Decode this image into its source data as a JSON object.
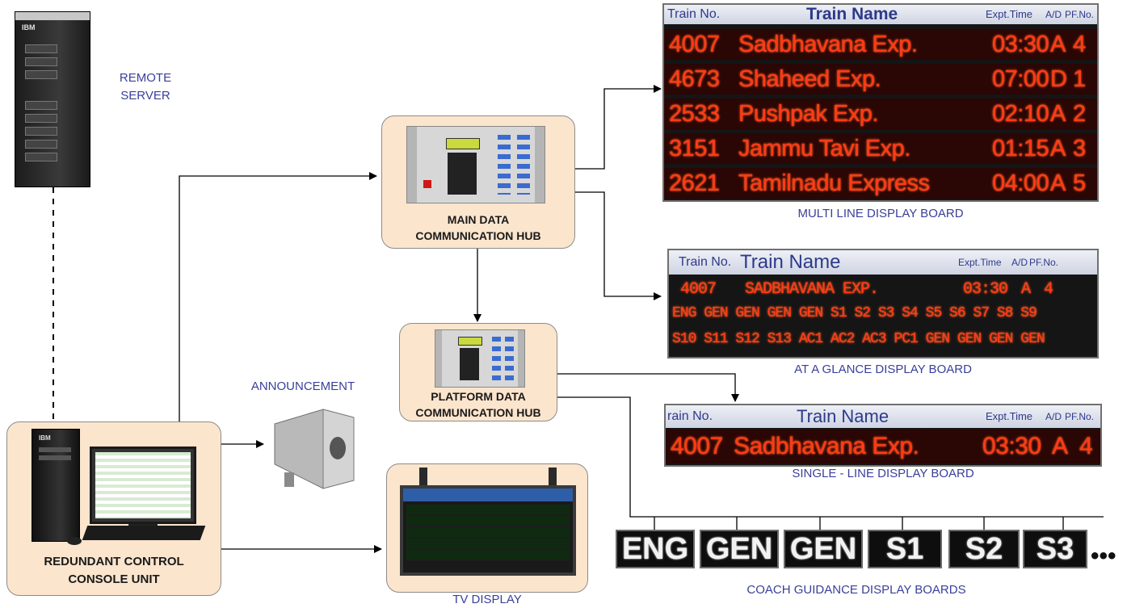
{
  "labels": {
    "remote_server_l1": "REMOTE",
    "remote_server_l2": "SERVER",
    "announcement": "ANNOUNCEMENT",
    "main_hub_l1": "MAIN DATA",
    "main_hub_l2": "COMMUNICATION HUB",
    "platform_hub_l1": "PLATFORM DATA",
    "platform_hub_l2": "COMMUNICATION HUB",
    "console_l1": "REDUNDANT CONTROL",
    "console_l2": "CONSOLE UNIT",
    "tv_display": "TV DISPLAY",
    "multi_line_board": "MULTI LINE DISPLAY BOARD",
    "at_a_glance_board": "AT A GLANCE DISPLAY BOARD",
    "single_line_board": "SINGLE - LINE DISPLAY BOARD",
    "coach_boards": "COACH GUIDANCE DISPLAY BOARDS"
  },
  "equipment_brand": "IBM",
  "board_header": {
    "train_no": "Train No.",
    "train_name": "Train Name",
    "expt_time": "Expt.Time",
    "ad": "A/D",
    "pf_no": "PF.No.",
    "single_train_no": "rain No."
  },
  "multi_line_rows": [
    {
      "no": "4007",
      "name": "Sadbhavana Exp.",
      "time": "03:30",
      "ad": "A",
      "pf": "4"
    },
    {
      "no": "4673",
      "name": "Shaheed Exp.",
      "time": "07:00",
      "ad": "D",
      "pf": "1"
    },
    {
      "no": "2533",
      "name": "Pushpak Exp.",
      "time": "02:10",
      "ad": "A",
      "pf": "2"
    },
    {
      "no": "3151",
      "name": "Jammu Tavi Exp.",
      "time": "01:15",
      "ad": "A",
      "pf": "3"
    },
    {
      "no": "2621",
      "name": "Tamilnadu Express",
      "time": "04:00",
      "ad": "A",
      "pf": "5"
    }
  ],
  "glance": {
    "no": "4007",
    "name": "SADBHAVANA EXP.",
    "time": "03:30",
    "ad": "A",
    "pf": "4",
    "coaches_row1": "ENG GEN GEN GEN GEN S1 S2 S3 S4 S5 S6 S7 S8 S9",
    "coaches_row2": "S10 S11 S12 S13 AC1 AC2 AC3 PC1 GEN GEN GEN GEN"
  },
  "single_line_row": {
    "no": "4007",
    "name": "Sadbhavana Exp.",
    "time": "03:30",
    "ad": "A",
    "pf": "4"
  },
  "coaches": [
    "ENG",
    "GEN",
    "GEN",
    "S1",
    "S2",
    "S3"
  ],
  "coach_more": "•••",
  "colors": {
    "box_fill": "#fbe5cd",
    "label_blue": "#3a3f9a",
    "led_red": "#ff3a14",
    "connector": "#000000"
  }
}
